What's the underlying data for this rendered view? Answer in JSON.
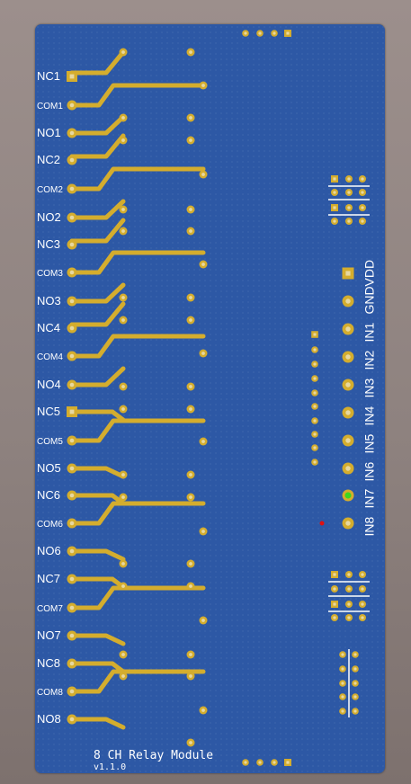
{
  "board": {
    "title": "8 CH Relay Module",
    "version": "v1.1.0",
    "colors": {
      "board": "#2d58a5",
      "copper": "#d4ad2e",
      "silk": "#ffffff"
    }
  },
  "relay_labels": [
    "NC1",
    "COM1",
    "NO1",
    "NC2",
    "COM2",
    "NO2",
    "NC3",
    "COM3",
    "NO3",
    "NC4",
    "COM4",
    "NO4",
    "NC5",
    "COM5",
    "NO5",
    "NC6",
    "COM6",
    "NO6",
    "NC7",
    "COM7",
    "NO7",
    "NC8",
    "COM8",
    "NO8"
  ],
  "header_labels": [
    "VDD",
    "GND",
    "IN1",
    "IN2",
    "IN3",
    "IN4",
    "IN5",
    "IN6",
    "IN7",
    "IN8"
  ]
}
